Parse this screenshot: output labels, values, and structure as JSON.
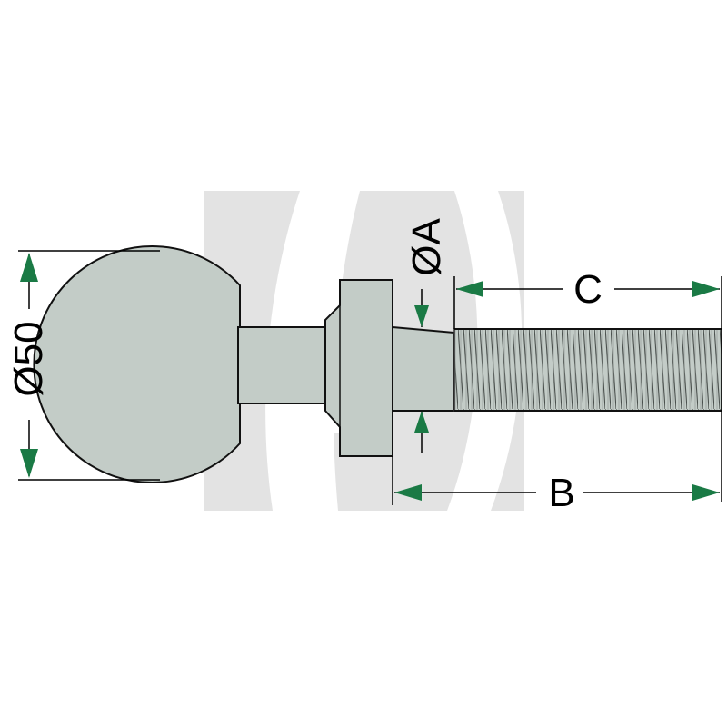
{
  "dimensions": {
    "ball_diameter": "Ø50",
    "shank_diameter": "ØA",
    "thread_length": "C",
    "total_length": "B"
  },
  "colors": {
    "part_fill": "#c3ccc7",
    "outline": "#111111",
    "dimension_lines": "#000000",
    "arrows": "#1a7a45",
    "watermark": "#e2e2e2"
  }
}
